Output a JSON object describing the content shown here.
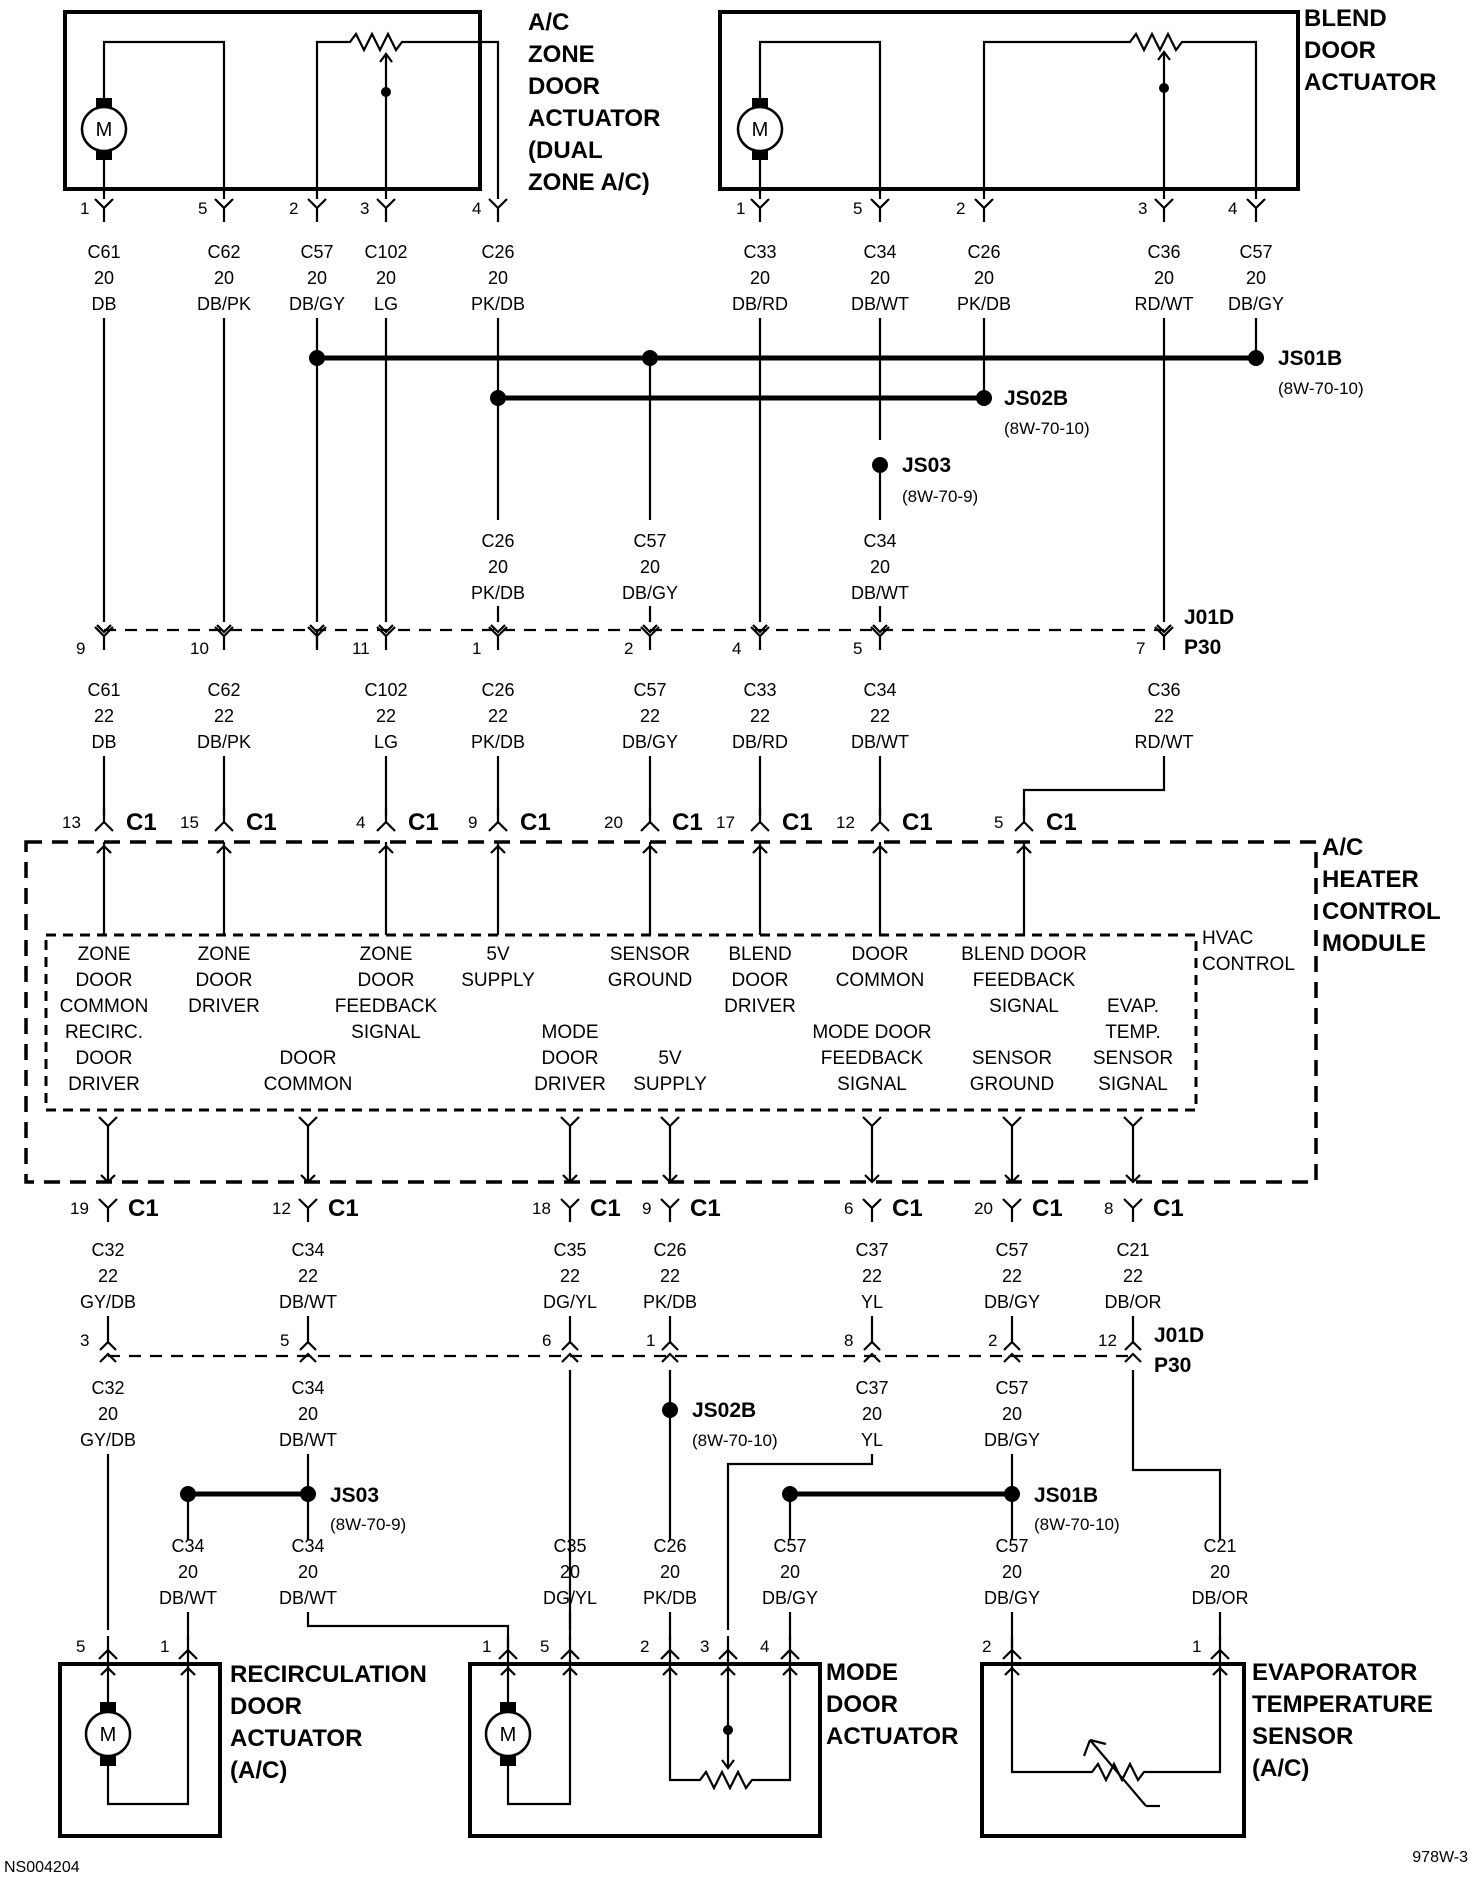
{
  "components": {
    "zone_door_actuator": [
      "A/C",
      "ZONE",
      "DOOR",
      "ACTUATOR",
      "(DUAL",
      "ZONE A/C)"
    ],
    "blend_door_actuator": [
      "BLEND",
      "DOOR",
      "ACTUATOR"
    ],
    "heater_control_module": [
      "A/C",
      "HEATER",
      "CONTROL",
      "MODULE"
    ],
    "hvac_control": [
      "HVAC",
      "CONTROL"
    ],
    "recirculation_door_actuator": [
      "RECIRCULATION",
      "DOOR",
      "ACTUATOR",
      "(A/C)"
    ],
    "mode_door_actuator": [
      "MODE",
      "DOOR",
      "ACTUATOR"
    ],
    "evaporator_temperature_sensor": [
      "EVAPORATOR",
      "TEMPERATURE",
      "SENSOR",
      "(A/C)"
    ],
    "motor_symbol": "M"
  },
  "top_pins": {
    "zone": [
      "1",
      "5",
      "2",
      "3",
      "4"
    ],
    "blend": [
      "1",
      "5",
      "2",
      "3",
      "4"
    ]
  },
  "wires_top": [
    [
      "C61",
      "20",
      "DB"
    ],
    [
      "C62",
      "20",
      "DB/PK"
    ],
    [
      "C57",
      "20",
      "DB/GY"
    ],
    [
      "C102",
      "20",
      "LG"
    ],
    [
      "C26",
      "20",
      "PK/DB"
    ],
    [
      "C33",
      "20",
      "DB/RD"
    ],
    [
      "C34",
      "20",
      "DB/WT"
    ],
    [
      "C26",
      "20",
      "PK/DB"
    ],
    [
      "C36",
      "20",
      "RD/WT"
    ],
    [
      "C57",
      "20",
      "DB/GY"
    ]
  ],
  "splices": {
    "js01b_top": {
      "name": "JS01B",
      "ref": "(8W-70-10)"
    },
    "js02b_top": {
      "name": "JS02B",
      "ref": "(8W-70-10)"
    },
    "js03_top": {
      "name": "JS03",
      "ref": "(8W-70-9)"
    },
    "js02b_bottom": {
      "name": "JS02B",
      "ref": "(8W-70-10)"
    },
    "js01b_bottom": {
      "name": "JS01B",
      "ref": "(8W-70-10)"
    },
    "js03_bottom": {
      "name": "JS03",
      "ref": "(8W-70-9)"
    }
  },
  "wires_mid_top": [
    [
      "C26",
      "20",
      "PK/DB"
    ],
    [
      "C57",
      "20",
      "DB/GY"
    ],
    [
      "C34",
      "20",
      "DB/WT"
    ]
  ],
  "connector_j01d_top": {
    "pins": [
      "9",
      "10",
      "11",
      "1",
      "2",
      "4",
      "5",
      "7"
    ],
    "name": [
      "J01D",
      "P30"
    ]
  },
  "wires_22_top": [
    [
      "C61",
      "22",
      "DB"
    ],
    [
      "C62",
      "22",
      "DB/PK"
    ],
    [
      "C102",
      "22",
      "LG"
    ],
    [
      "C26",
      "22",
      "PK/DB"
    ],
    [
      "C57",
      "22",
      "DB/GY"
    ],
    [
      "C33",
      "22",
      "DB/RD"
    ],
    [
      "C34",
      "22",
      "DB/WT"
    ],
    [
      "C36",
      "22",
      "RD/WT"
    ]
  ],
  "c1_top": {
    "pins": [
      "13",
      "15",
      "4",
      "9",
      "20",
      "17",
      "12",
      "5"
    ],
    "label": "C1"
  },
  "module_signals_top": [
    [
      "ZONE",
      "DOOR",
      "COMMON"
    ],
    [
      "ZONE",
      "DOOR",
      "DRIVER"
    ],
    [
      "ZONE",
      "DOOR",
      "FEEDBACK",
      "SIGNAL"
    ],
    [
      "5V",
      "SUPPLY"
    ],
    [
      "SENSOR",
      "GROUND"
    ],
    [
      "BLEND",
      "DOOR",
      "DRIVER"
    ],
    [
      "DOOR",
      "COMMON"
    ],
    [
      "BLEND DOOR",
      "FEEDBACK",
      "SIGNAL"
    ]
  ],
  "module_signals_bottom": [
    [
      "RECIRC.",
      "DOOR",
      "DRIVER"
    ],
    [
      "DOOR",
      "COMMON"
    ],
    [
      "MODE",
      "DOOR",
      "DRIVER"
    ],
    [
      "5V",
      "SUPPLY"
    ],
    [
      "MODE DOOR",
      "FEEDBACK",
      "SIGNAL"
    ],
    [
      "SENSOR",
      "GROUND"
    ],
    [
      "EVAP.",
      "TEMP.",
      "SENSOR",
      "SIGNAL"
    ]
  ],
  "c1_bottom": {
    "pins": [
      "19",
      "12",
      "18",
      "9",
      "6",
      "20",
      "8"
    ],
    "label": "C1"
  },
  "wires_22_bottom": [
    [
      "C32",
      "22",
      "GY/DB"
    ],
    [
      "C34",
      "22",
      "DB/WT"
    ],
    [
      "C35",
      "22",
      "DG/YL"
    ],
    [
      "C26",
      "22",
      "PK/DB"
    ],
    [
      "C37",
      "22",
      "YL"
    ],
    [
      "C57",
      "22",
      "DB/GY"
    ],
    [
      "C21",
      "22",
      "DB/OR"
    ]
  ],
  "connector_j01d_bottom": {
    "pins": [
      "3",
      "5",
      "6",
      "1",
      "8",
      "2",
      "12"
    ],
    "name": [
      "J01D",
      "P30"
    ]
  },
  "wires_20_bottom_upper": [
    [
      "C32",
      "20",
      "GY/DB"
    ],
    [
      "C34",
      "20",
      "DB/WT"
    ],
    [
      "C37",
      "20",
      "YL"
    ],
    [
      "C57",
      "20",
      "DB/GY"
    ]
  ],
  "wires_20_bottom_lower": [
    [
      "C34",
      "20",
      "DB/WT"
    ],
    [
      "C34",
      "20",
      "DB/WT"
    ],
    [
      "C35",
      "20",
      "DG/YL"
    ],
    [
      "C26",
      "20",
      "PK/DB"
    ],
    [
      "C57",
      "20",
      "DB/GY"
    ],
    [
      "C57",
      "20",
      "DB/GY"
    ],
    [
      "C21",
      "20",
      "DB/OR"
    ]
  ],
  "bottom_pins": {
    "recirc": [
      "5",
      "1"
    ],
    "mode": [
      "1",
      "5",
      "2",
      "3",
      "4"
    ],
    "evap": [
      "2",
      "1"
    ]
  },
  "footer": {
    "left": "NS004204",
    "right": "978W-3"
  }
}
